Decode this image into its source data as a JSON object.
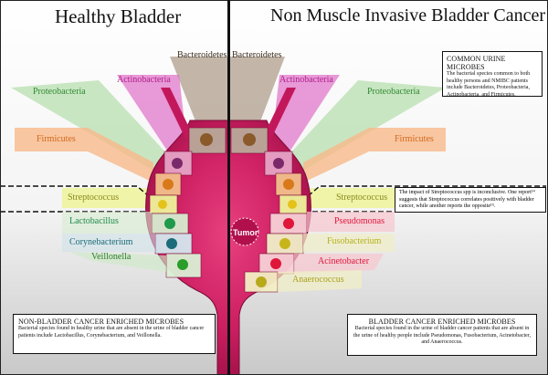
{
  "titles": {
    "left": "Healthy Bladder",
    "right": "Non Muscle Invasive Bladder Cancer"
  },
  "left_labels": {
    "bacteroidetes": "Bacteroidetes",
    "actinobacteria": "Actinobacteria",
    "proteobacteria": "Proteobacteria",
    "firmicutes": "Firmicutes",
    "streptococcus": "Streptococcus",
    "lactobacillus": "Lactobacillus",
    "corynebacterium": "Corynebacterium",
    "veillonella": "Veillonella"
  },
  "right_labels": {
    "bacteroidetes": "Bacteroidetes",
    "actinobacteria": "Actinobacteria",
    "proteobacteria": "Proteobacteria",
    "firmicutes": "Firmicutes",
    "streptococcus": "Streptococcus",
    "pseudomonas": "Pseudomonas",
    "fusobacterium": "Fusobacterium",
    "acinetobacter": "Acinetobacter",
    "anaerococcus": "Anaerococcus"
  },
  "tumor_label": "Tumor",
  "common_box": {
    "title": "COMMON URINE MICROBES",
    "body": "The bacterial species common to both healthy persons and NMIBC patients include Bacteroidetes, Proteobacteria, Actinobacteria, and Firmicutes."
  },
  "strep_note": "The impact of Streptococcus spp is inconclusive. One report¹⁴ suggests that Streptococcus correlates positively with bladder cancer, while another reports the opposite¹⁵.",
  "non_cancer_box": {
    "title": "NON-BLADDER CANCER ENRICHED MICROBES",
    "body": "Bacterial species found in healthy urine that are absent in the urine of bladder cancer patients include Lactobacillus, Corynebacterium, and Veillonella."
  },
  "cancer_box": {
    "title": "BLADDER CANCER ENRICHED MICROBES",
    "body": "Bacterial species found in the urine of bladder cancer patients that are absent in the urine of healthy people include Pseudomonas, Fusobacterium, Acinetobacter, and Anaerococcus."
  },
  "colors": {
    "bladder": "#c2185b",
    "bacteroidetes": "#b9a99a",
    "actinobacteria": "#e06fc8",
    "proteobacteria": "#b8dfb0",
    "firmicutes": "#f7b98a",
    "streptococcus": "#e8ef86",
    "lactobacillus_text": "#1e8a4a",
    "corynebacterium_text": "#1b6b7a",
    "veillonella_text": "#2a7d2a",
    "pseudomonas_text": "#e0153a",
    "fusobacterium_text": "#b5b21a",
    "acinetobacter_text": "#e0153a",
    "anaerococcus_text": "#a8a11a"
  }
}
